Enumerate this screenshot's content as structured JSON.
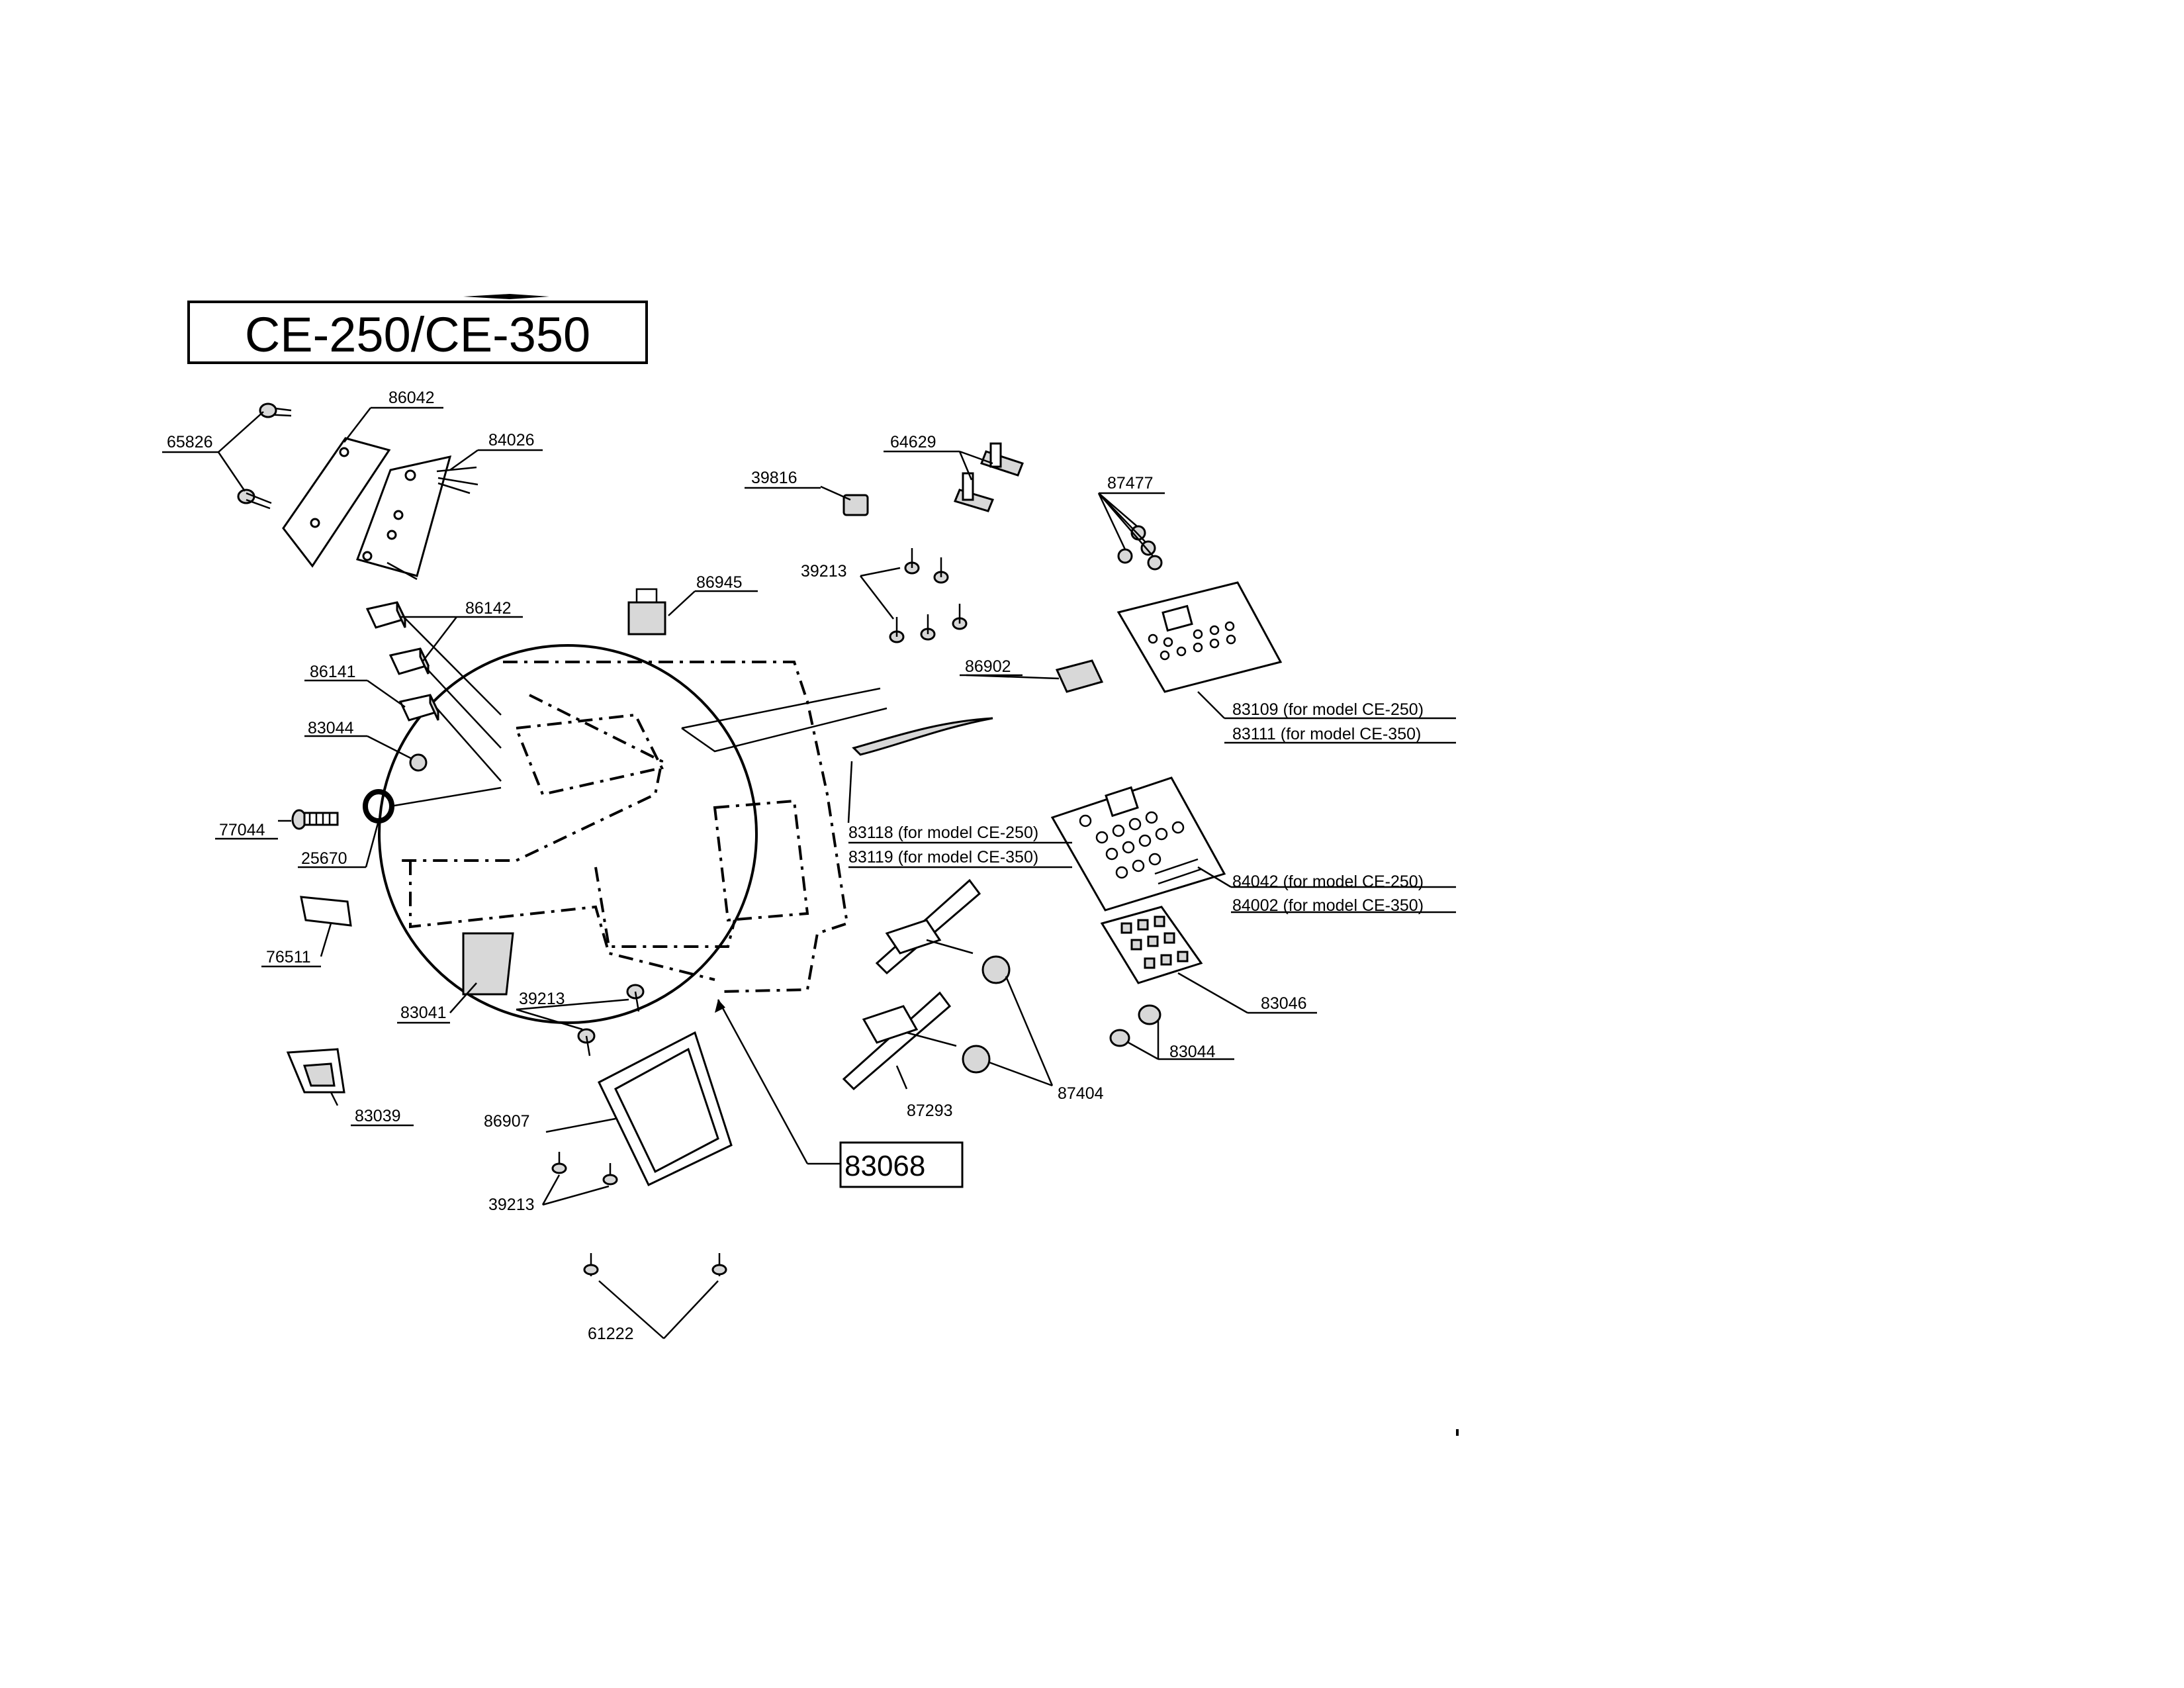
{
  "title": "CE-250/CE-350",
  "callouts": {
    "c65826": "65826",
    "c86042": "86042",
    "c84026": "84026",
    "c39816": "39816",
    "c64629": "64629",
    "c87477": "87477",
    "c39213_top": "39213",
    "c86945": "86945",
    "c86142": "86142",
    "c86141": "86141",
    "c83044_left": "83044",
    "c86902": "86902",
    "c83109": "83109 (for model CE-250)",
    "c83111": "83111 (for model CE-350)",
    "c77044": "77044",
    "c25670": "25670",
    "c83118": "83118 (for model CE-250)",
    "c83119": "83119 (for model CE-350)",
    "c84042": "84042 (for model CE-250)",
    "c84002": "84002 (for model CE-350)",
    "c76511": "76511",
    "c83046": "83046",
    "c83041": "83041",
    "c39213_mid": "39213",
    "c83044_right": "83044",
    "c87404": "87404",
    "c83039": "83039",
    "c86907": "86907",
    "c87293": "87293",
    "c83068": "83068",
    "c39213_bot": "39213",
    "c61222": "61222"
  }
}
